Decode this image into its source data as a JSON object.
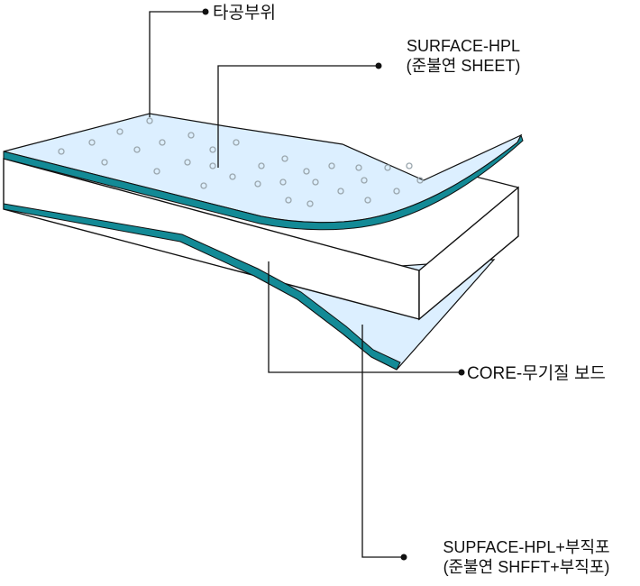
{
  "labels": {
    "perforation": "타공부위",
    "surface_line1": "SURFACE-HPL",
    "surface_line2": "(준불연 SHEET)",
    "core": "CORE-무기질 보드",
    "bottom_line1": "SUPFACE-HPL+부직포",
    "bottom_line2": "(준불연 SHFFT+부직포)"
  },
  "colors": {
    "sheet_fill": "#dcefff",
    "edge_teal": "#138a96",
    "core_fill": "#ffffff",
    "outline": "#111111",
    "hole": "#9aa6ad"
  }
}
